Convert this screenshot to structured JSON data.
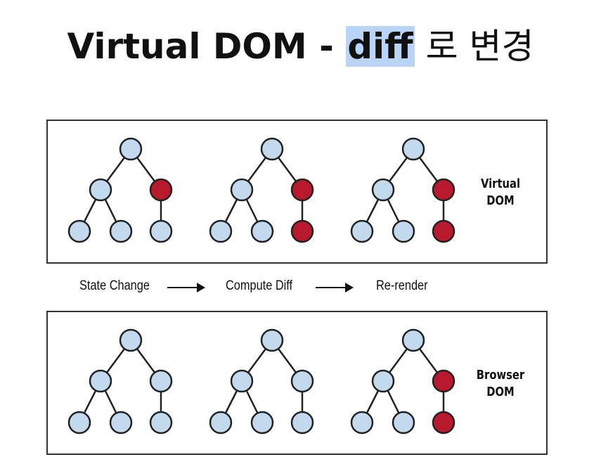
{
  "title": {
    "prefix": "Virtual DOM - ",
    "highlighted": "diff",
    "suffix": " 로 변경"
  },
  "colors": {
    "node_fill": "#c2d9ee",
    "node_changed": "#b8192c",
    "node_stroke": "#222222",
    "title_highlight": "#b9d4f7"
  },
  "virtual_dom": {
    "label_line1": "Virtual",
    "label_line2": "DOM",
    "trees": [
      {
        "changed": [
          false,
          false,
          true,
          false,
          false,
          false
        ]
      },
      {
        "changed": [
          false,
          false,
          true,
          false,
          false,
          true
        ]
      },
      {
        "changed": [
          false,
          false,
          true,
          false,
          false,
          true
        ]
      }
    ]
  },
  "steps": [
    "State Change",
    "Compute Diff",
    "Re-render"
  ],
  "browser_dom": {
    "label_line1": "Browser",
    "label_line2": "DOM",
    "trees": [
      {
        "changed": [
          false,
          false,
          false,
          false,
          false,
          false
        ]
      },
      {
        "changed": [
          false,
          false,
          false,
          false,
          false,
          false
        ]
      },
      {
        "changed": [
          false,
          false,
          true,
          false,
          false,
          true
        ]
      }
    ]
  }
}
